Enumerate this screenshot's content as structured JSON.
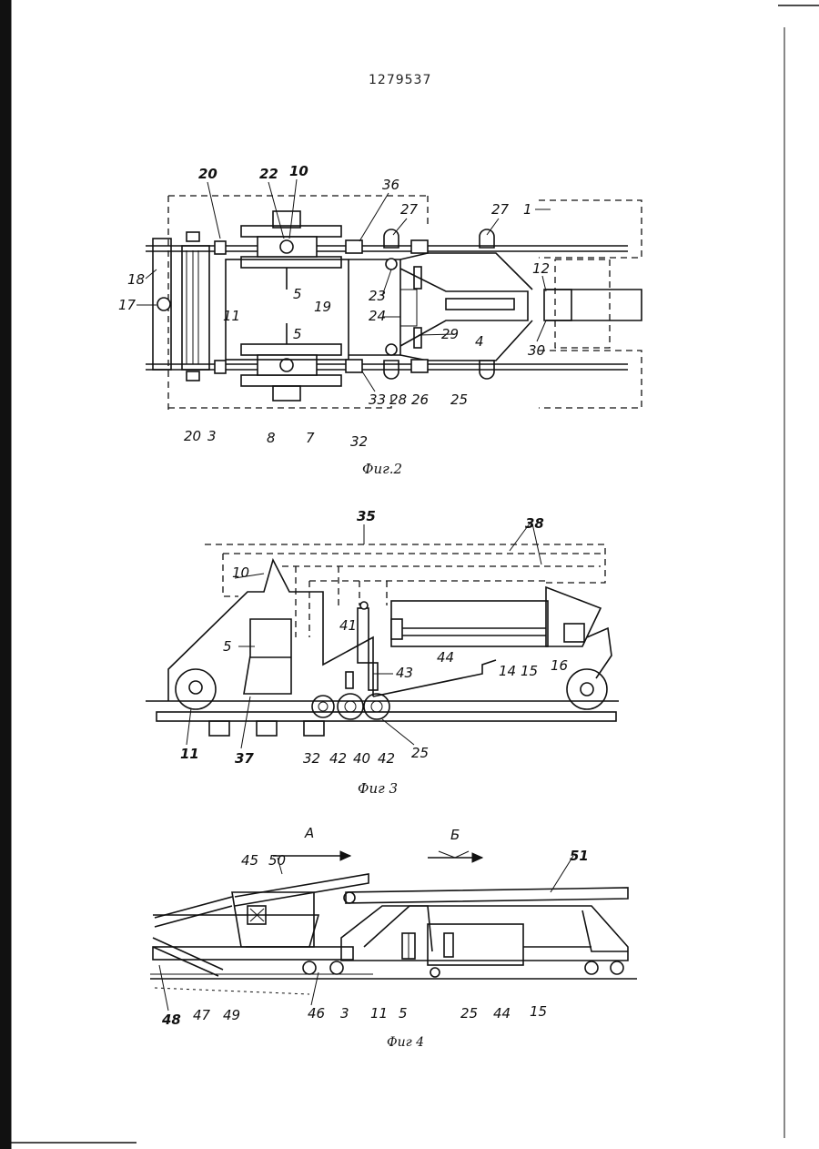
{
  "document": {
    "patent_number": "1279537",
    "fig2_caption": "Фиг.2",
    "fig3_caption": "Фиг 3",
    "fig4_caption": "Фиг 4"
  },
  "fig2_labels": {
    "l20a": "20",
    "l22": "22",
    "l10": "10",
    "l36": "36",
    "l27a": "27",
    "l27b": "27",
    "l1": "1",
    "l18": "18",
    "l17": "17",
    "l11": "11",
    "l5a": "5",
    "l5b": "5",
    "l19": "19",
    "l23": "23",
    "l24": "24",
    "l4": "4",
    "l29": "29",
    "l12": "12",
    "l30": "30",
    "l33": "33",
    "l28": "28",
    "l26": "26",
    "l25": "25",
    "l20b": "20",
    "l3": "3",
    "l8": "8",
    "l7": "7",
    "l32": "32"
  },
  "fig3_labels": {
    "l35": "35",
    "l38": "38",
    "l10": "10",
    "l5": "5",
    "l41": "41",
    "l43": "43",
    "l44": "44",
    "l14": "14",
    "l15": "15",
    "l16": "16",
    "l11": "11",
    "l37": "37",
    "l32": "32",
    "l42a": "42",
    "l40": "40",
    "l42b": "42",
    "l25": "25"
  },
  "fig4_labels": {
    "lA": "А",
    "lB": "Б",
    "l45": "45",
    "l50": "50",
    "l51": "51",
    "l48": "48",
    "l47": "47",
    "l49": "49",
    "l46": "46",
    "l3": "3",
    "l11": "11",
    "l5": "5",
    "l25": "25",
    "l44": "44",
    "l15": "15"
  }
}
